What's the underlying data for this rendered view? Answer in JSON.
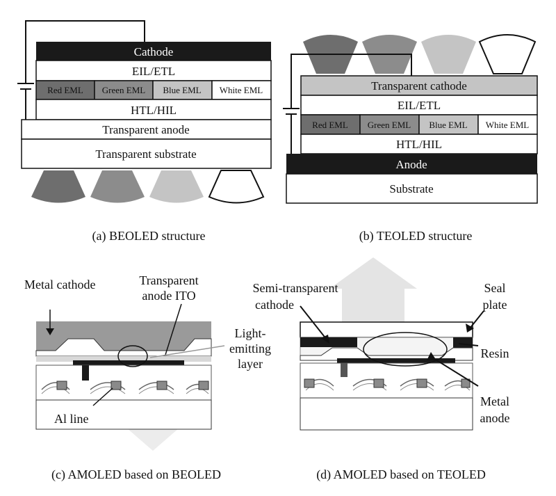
{
  "panel_a": {
    "layers": {
      "cathode": "Cathode",
      "eil": "EIL/ETL",
      "htl": "HTL/HIL",
      "anode": "Transparent anode",
      "substrate": "Transparent substrate"
    },
    "emls": [
      "Red EML",
      "Green EML",
      "Blue EML",
      "White EML"
    ],
    "caption": "(a) BEOLED structure"
  },
  "panel_b": {
    "layers": {
      "cathode": "Transparent cathode",
      "eil": "EIL/ETL",
      "htl": "HTL/HIL",
      "anode": "Anode",
      "substrate": "Substrate"
    },
    "emls": [
      "Red EML",
      "Green EML",
      "Blue EML",
      "White EML"
    ],
    "caption": "(b) TEOLED structure"
  },
  "panel_c": {
    "labels": {
      "metal_cathode": "Metal cathode",
      "ito_line1": "Transparent",
      "ito_line2": "anode ITO",
      "light_line1": "Light-",
      "light_line2": "emitting",
      "light_line3": "layer",
      "al_line": "Al line"
    },
    "caption": "(c) AMOLED based on BEOLED"
  },
  "panel_d": {
    "labels": {
      "semi_line1": "Semi-transparent",
      "semi_line2": "cathode",
      "seal_line1": "Seal",
      "seal_line2": "plate",
      "resin": "Resin",
      "metal_line1": "Metal",
      "metal_line2": "anode"
    },
    "caption": "(d) AMOLED based on TEOLED"
  },
  "colors": {
    "red_emission": "#6e6e6e",
    "green_emission": "#8c8c8c",
    "blue_emission": "#c4c4c4",
    "white_emission": "#ffffff",
    "dark_layer": "#1a1a1a"
  }
}
